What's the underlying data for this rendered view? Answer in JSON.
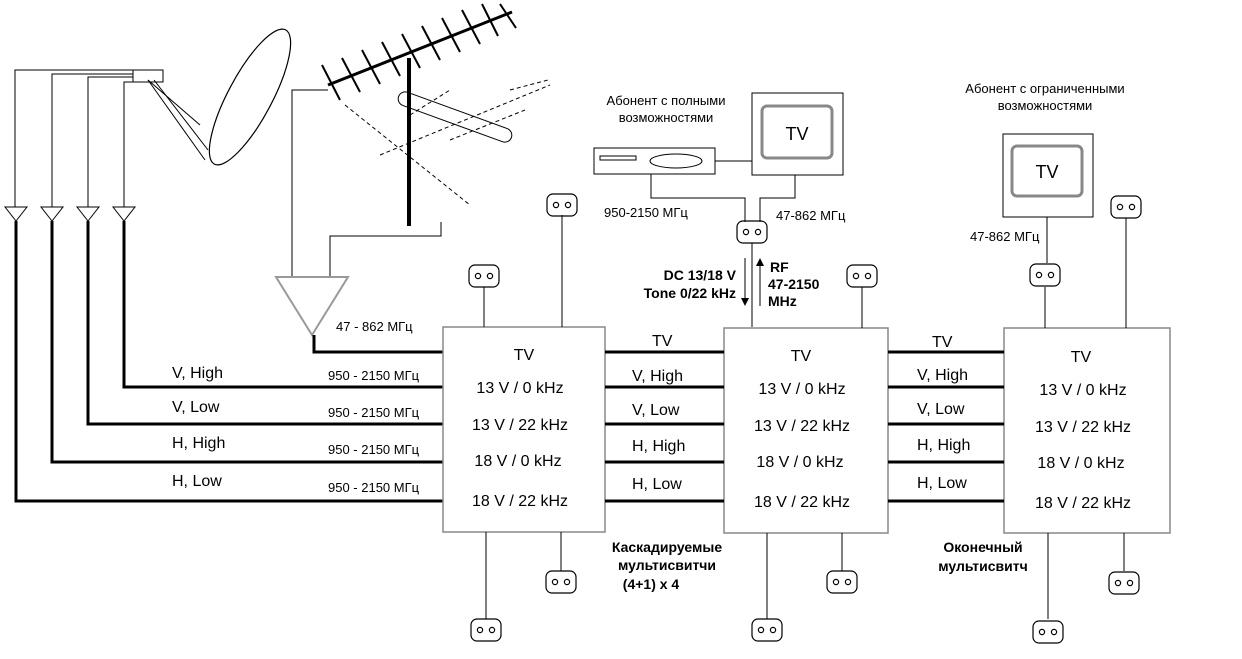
{
  "lines": [
    {
      "label": "V, High",
      "freq": "950 - 2150 МГц"
    },
    {
      "label": "V, Low",
      "freq": "950 - 2150 МГц"
    },
    {
      "label": "H, High",
      "freq": "950 - 2150 МГц"
    },
    {
      "label": "H, Low",
      "freq": "950 - 2150 МГц"
    }
  ],
  "terrestrial_freq": "47 - 862 МГц",
  "switch_rows": [
    "TV",
    "13 V / 0 kHz",
    "13 V / 22 kHz",
    "18 V / 0 kHz",
    "18 V / 22 kHz"
  ],
  "cascade_links": [
    "TV",
    "V, High",
    "V, Low",
    "H, High",
    "H, Low"
  ],
  "full_subscriber": {
    "title_line1": "Абонент с полными",
    "title_line2": "возможностями",
    "tv": "TV",
    "sat_freq": "950-2150 МГц",
    "ter_freq": "47-862 МГц"
  },
  "limited_subscriber": {
    "title_line1": "Абонент с ограниченными",
    "title_line2": "возможностями",
    "tv": "TV",
    "ter_freq": "47-862 МГц"
  },
  "signal": {
    "down_line1": "DC 13/18 V",
    "down_line2": "Tone 0/22 kHz",
    "up_line1": "RF",
    "up_line2": "47-2150",
    "up_line3": "MHz"
  },
  "captions": {
    "cascade_line1": "Каскадируемые",
    "cascade_line2": "мультисвитчи",
    "cascade_line3": "(4+1) x 4",
    "terminal_line1": "Оконечный",
    "terminal_line2": "мультисвитч"
  }
}
